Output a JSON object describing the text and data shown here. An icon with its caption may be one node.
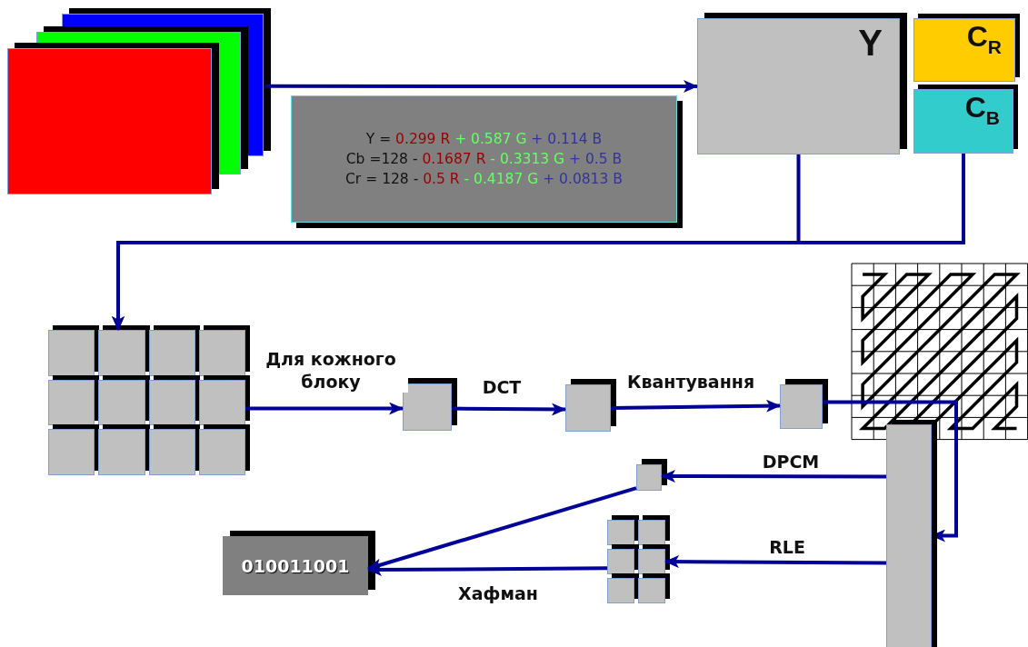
{
  "diagram": {
    "nodes": [
      {
        "text": [],
        "shape": "box"
      },
      {
        "text": [
          "Y = 0.299 R + 0.587 G + 0.114 B",
          "Cb =128 - 0.1687 R - 0.3313 G + 0.5 B",
          "Cr = 128 - 0.5 R - 0.4187 G + 0.0813 B"
        ]
      },
      {
        "text": [
          "Y"
        ]
      },
      {
        "text": [
          "C$_{R}$"
        ]
      },
      {
        "text": [
          "C$_{B}$"
        ]
      },
      {
        "text": [],
        "shape": "grid"
      },
      {
        "text": [],
        "shape": "box"
      },
      {
        "text": [],
        "shape": "box"
      },
      {
        "text": [],
        "shape": "box"
      },
      {
        "text": [],
        "shape": "bar"
      },
      {
        "text": [],
        "shape": "box"
      },
      {
        "text": [],
        "shape": "grid"
      },
      {
        "text": [
          "010011001"
        ]
      }
    ],
    "edges": [
      {
        "from": 0,
        "to": 2,
        "arrow": "to"
      },
      {
        "from": 2,
        "to": 5,
        "arrow": "to"
      },
      {
        "from": 4,
        "to": 5,
        "arrow": "to"
      },
      {
        "from": 5,
        "to": 6,
        "arrow": "to",
        "label": "Для кожного блоку"
      },
      {
        "from": 6,
        "to": 7,
        "arrow": "to",
        "label": "DCT"
      },
      {
        "from": 7,
        "to": 8,
        "arrow": "to",
        "label": "Квантування"
      },
      {
        "from": 8,
        "to": 9,
        "arrow": "to"
      },
      {
        "from": 9,
        "to": 10,
        "arrow": "to",
        "label": "DPCM"
      },
      {
        "from": 9,
        "to": 11,
        "arrow": "to",
        "label": "RLE"
      },
      {
        "from": 10,
        "to": 12,
        "arrow": "to"
      },
      {
        "from": 11,
        "to": 12,
        "arrow": "to",
        "label": "Хафман"
      }
    ]
  }
}
